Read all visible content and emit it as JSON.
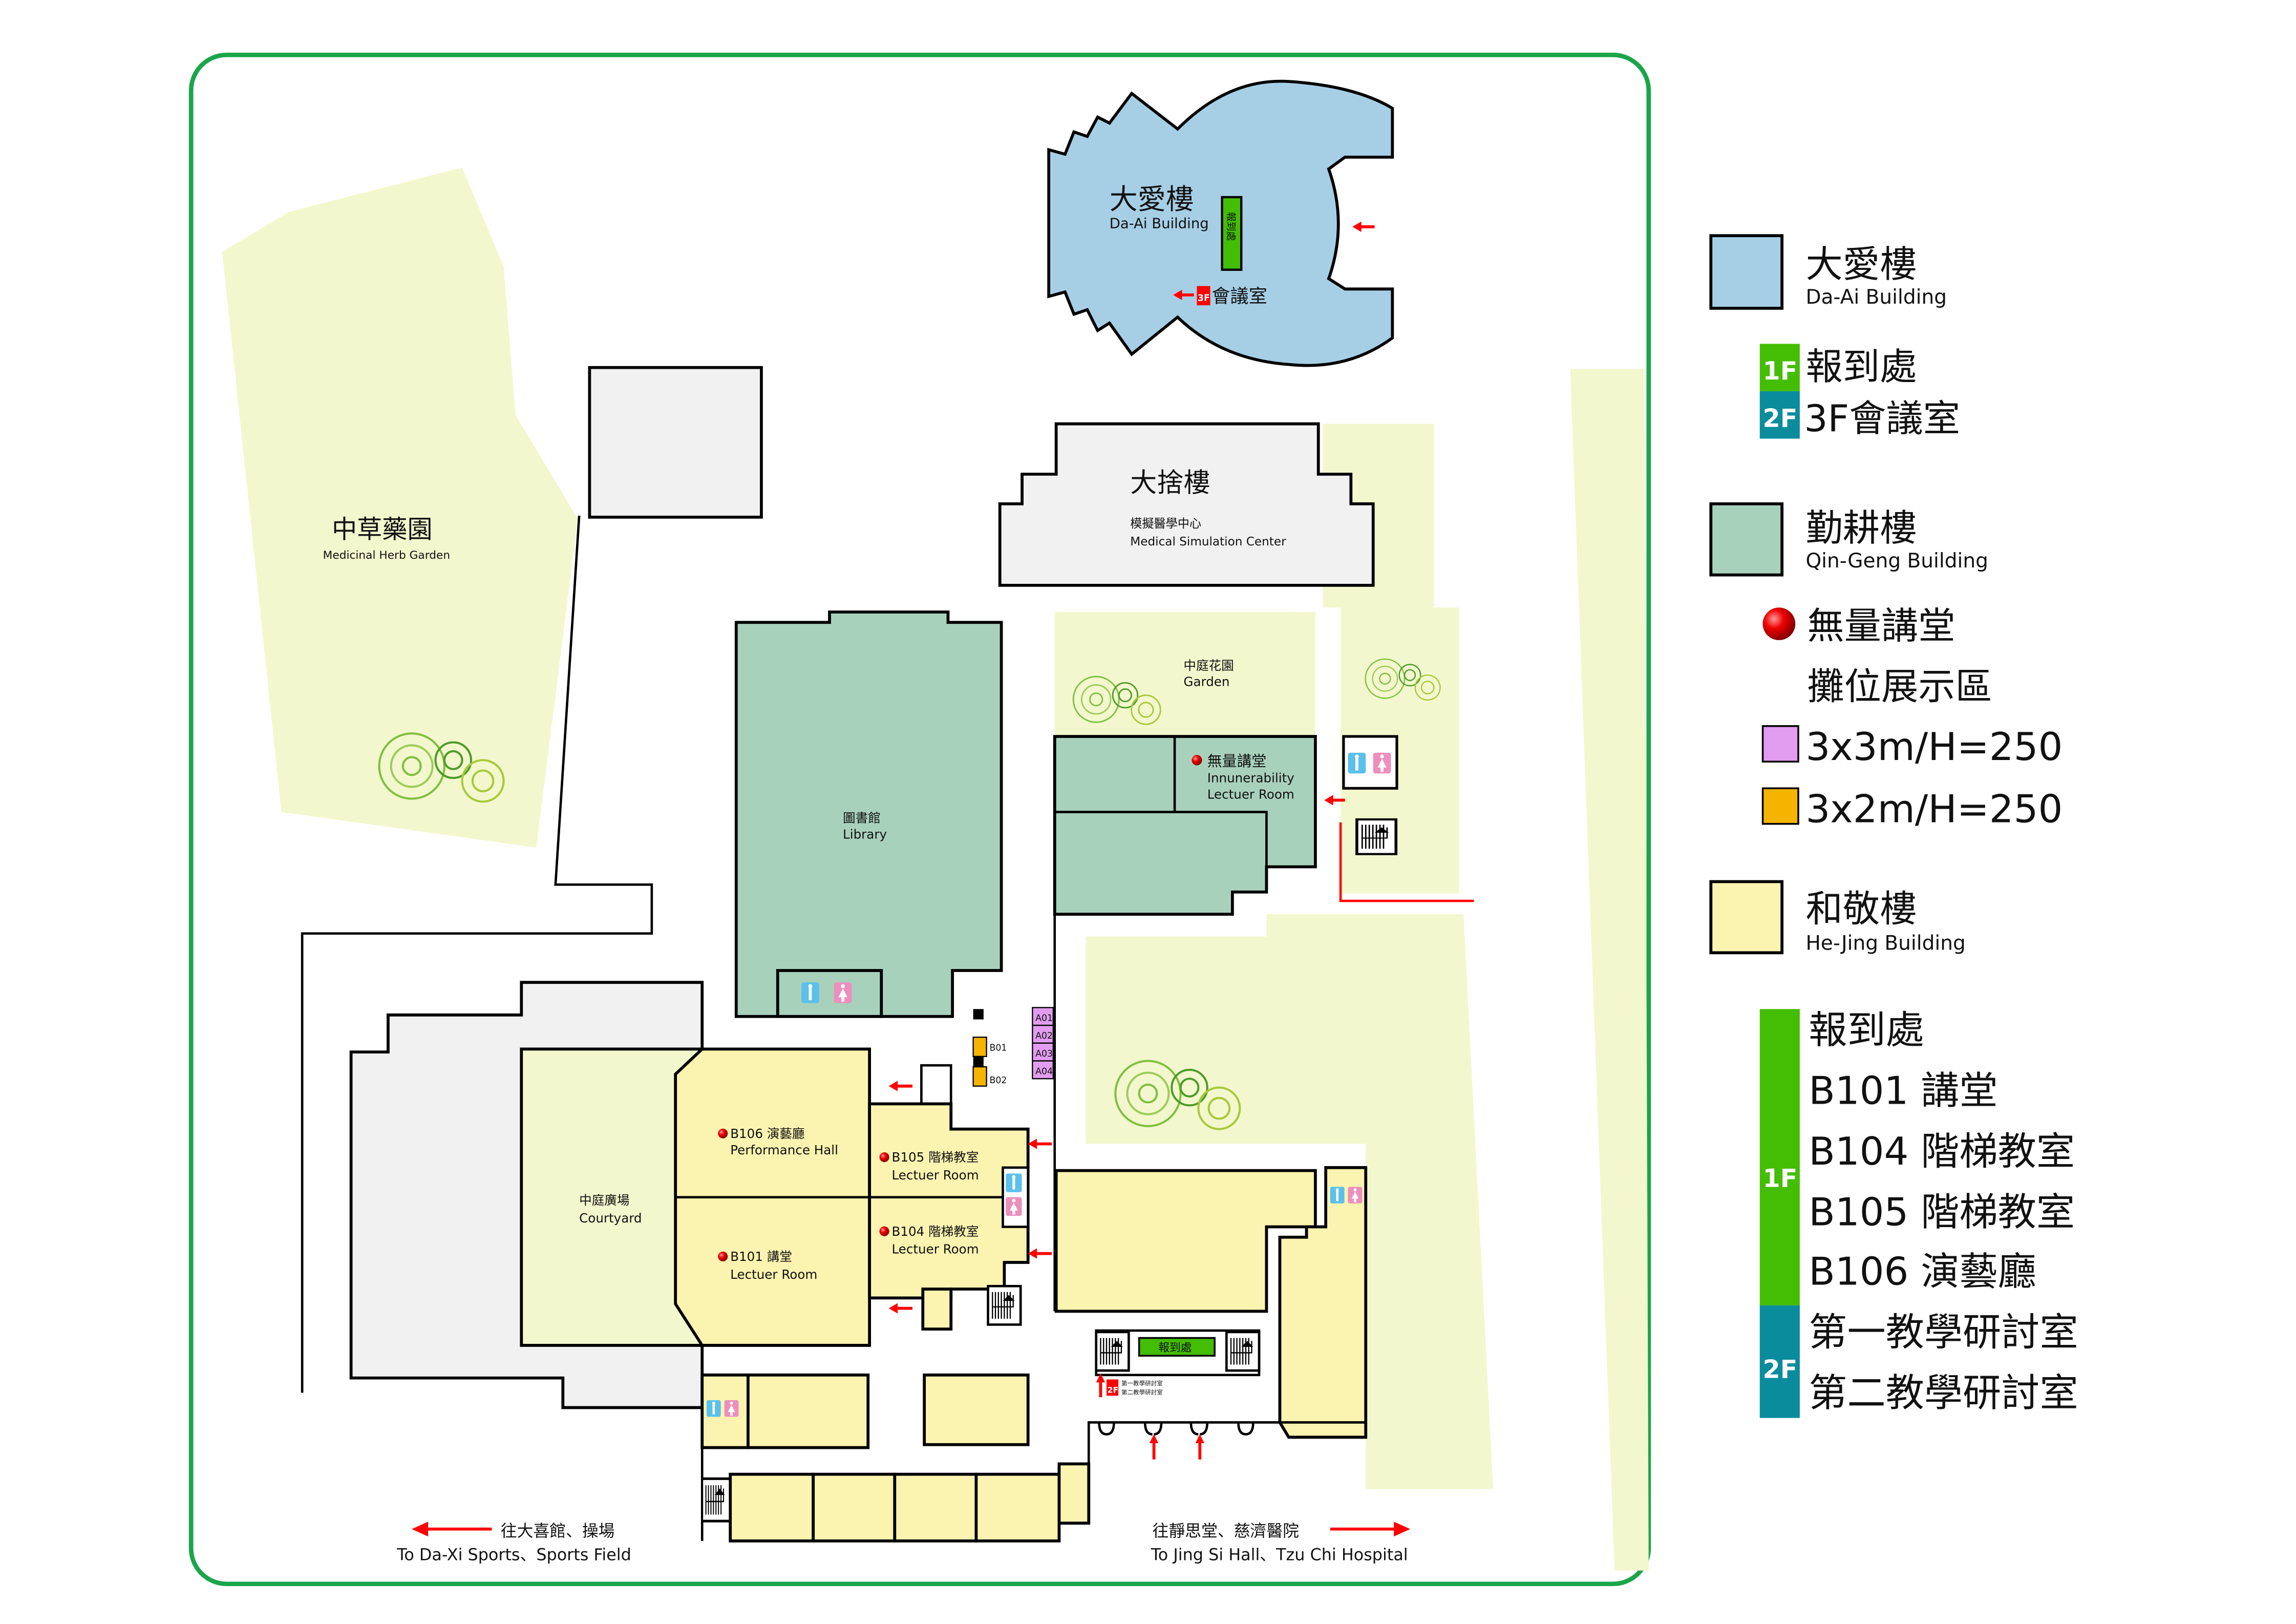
{
  "map": {
    "herb_garden": {
      "zh": "中草藥園",
      "en": "Medicinal Herb Garden"
    },
    "da_ai": {
      "zh": "大愛樓",
      "en": "Da-Ai Building",
      "checkin": "報到處",
      "floor_badge": "3F",
      "meeting": "會議室"
    },
    "da_she": {
      "zh": "大捨樓",
      "sub_zh": "模擬醫學中心",
      "sub_en": "Medical Simulation Center"
    },
    "library": {
      "zh": "圖書館",
      "en": "Library"
    },
    "garden": {
      "zh": "中庭花園",
      "en": "Garden"
    },
    "innunerability": {
      "zh": "無量講堂",
      "en1": "Innunerability",
      "en2": "Lectuer Room"
    },
    "courtyard": {
      "zh": "中庭廣場",
      "en": "Courtyard"
    },
    "b106": {
      "zh": "B106 演藝廳",
      "en": "Performance Hall"
    },
    "b105": {
      "zh": "B105 階梯教室",
      "en": "Lectuer Room"
    },
    "b104": {
      "zh": "B104 階梯教室",
      "en": "Lectuer Room"
    },
    "b101": {
      "zh": "B101 講堂",
      "en": "Lectuer Room"
    },
    "booths_a": [
      "A01",
      "A02",
      "A03",
      "A04"
    ],
    "booths_b": [
      "B01",
      "B02"
    ],
    "checkin_1f": "報到處",
    "seminar_badge": "2F",
    "seminar_1": "第一教學研討室",
    "seminar_2": "第二教學研討室",
    "dir_left": {
      "zh": "往大喜館、操場",
      "en": "To Da-Xi Sports、Sports Field"
    },
    "dir_right": {
      "zh": "往靜思堂、慈濟醫院",
      "en": "To Jing Si Hall、Tzu Chi Hospital"
    }
  },
  "legend": {
    "da_ai": {
      "zh": "大愛樓",
      "en": "Da-Ai Building",
      "color": "#a6cfe6"
    },
    "da_ai_items": [
      {
        "floor": "1F",
        "label": "報到處"
      },
      {
        "floor": "2F",
        "label": "3F會議室"
      }
    ],
    "qin_geng": {
      "zh": "勤耕樓",
      "en": "Qin-Geng Building",
      "color": "#a8d1bc"
    },
    "lecture_hall": "無量講堂",
    "booth_area": "攤位展示區",
    "booth_3x3": {
      "label": "3x3m/H=250",
      "color": "#e29cf0"
    },
    "booth_3x2": {
      "label": "3x2m/H=250",
      "color": "#f5b400"
    },
    "he_jing": {
      "zh": "和敬樓",
      "en": "He-Jing Building",
      "color": "#fbf3b0"
    },
    "floor_1f": "1F",
    "floor_2f": "2F",
    "he_jing_items": [
      "報到處",
      "B101 講堂",
      "B104 階梯教室",
      "B105 階梯教室",
      "B106 演藝廳",
      "第一教學研討室",
      "第二教學研討室"
    ]
  },
  "colors": {
    "frame": "#1aa54b",
    "floor_1f": "#44bd05",
    "floor_2f": "#0a8c9c",
    "arrow": "#ff0000"
  }
}
